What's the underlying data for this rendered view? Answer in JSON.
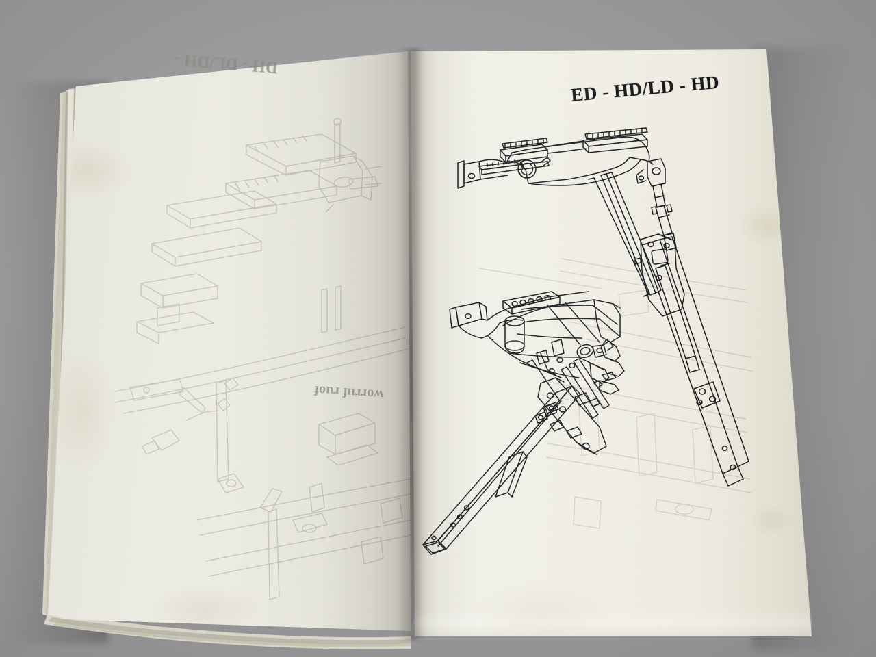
{
  "scene": {
    "subject": "open-printed-manual-spread",
    "background_color": "#9b9b9c",
    "paper_color": "#f1f0e8",
    "ink_color": "#15151a"
  },
  "right_page": {
    "title": "ED - HD/LD - HD",
    "figures": [
      {
        "name": "upper-assembly",
        "description": "headstock beam with toothed adjustment rail, pivot hub and diagonal support leg"
      },
      {
        "name": "lower-assembly",
        "description": "plough frame headstock with hydraulic cylinder, turnover bearing and square main beam"
      }
    ]
  },
  "left_page": {
    "showthrough_title": "‮- HD/LD - HD",
    "showthrough_subtitle": "‮four furrow",
    "note": "reverse side bleed-through of exploded parts diagram"
  }
}
